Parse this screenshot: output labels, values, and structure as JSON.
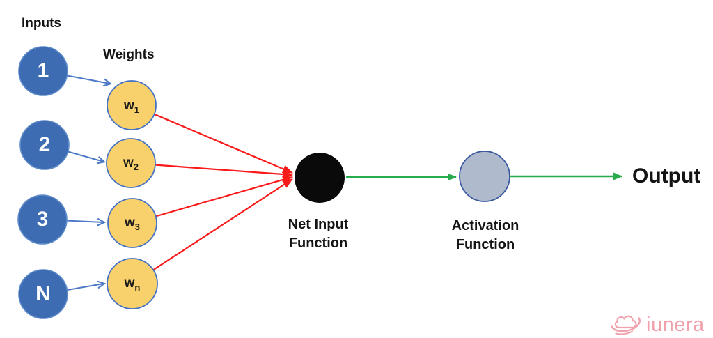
{
  "diagram": {
    "labels": {
      "inputs": "Inputs",
      "weights": "Weights",
      "output": "Output"
    },
    "input_nodes": [
      {
        "label": "1"
      },
      {
        "label": "2"
      },
      {
        "label": "3"
      },
      {
        "label": "N"
      }
    ],
    "weight_nodes": [
      {
        "base": "w",
        "sub": "1"
      },
      {
        "base": "w",
        "sub": "2"
      },
      {
        "base": "w",
        "sub": "3"
      },
      {
        "base": "w",
        "sub": "n"
      }
    ],
    "function_nodes": {
      "net_input": {
        "line1": "Net Input",
        "line2": "Function"
      },
      "activation": {
        "line1": "Activation",
        "line2": "Function"
      }
    },
    "colors": {
      "input_fill": "#3e6cb3",
      "input_border": "#5f8ccb",
      "weight_fill": "#f8d06c",
      "weight_border": "#4472c4",
      "net_input_fill": "#0a0a0a",
      "activation_fill": "#afbacd",
      "activation_border": "#39589e",
      "input_arrow": "#4b79c7",
      "weight_arrow": "#fa1a1a",
      "output_arrow": "#27ab4c",
      "logo_pink": "#efa1ac"
    }
  },
  "logo": {
    "text": "iunera"
  }
}
